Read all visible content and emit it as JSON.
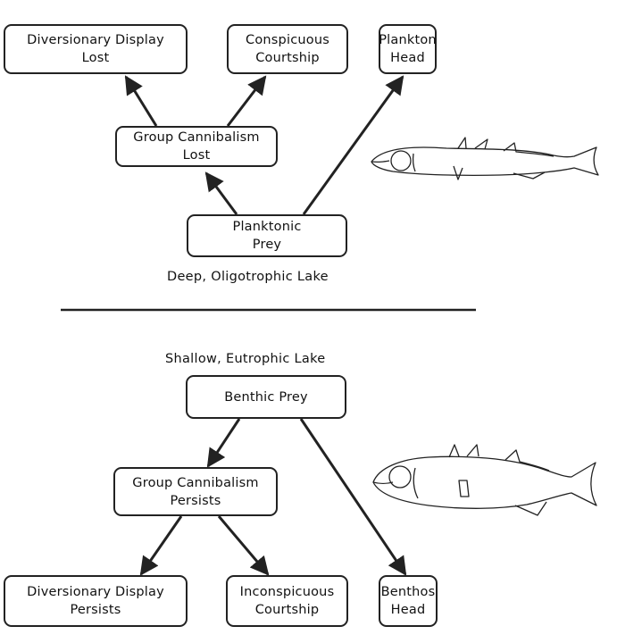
{
  "top_panel": {
    "habitat_label": "Deep, Oligotrophic Lake",
    "nodes": {
      "planktonic_prey": [
        "Planktonic",
        "Prey"
      ],
      "group_cannibalism_lost": [
        "Group Cannibalism",
        "Lost"
      ],
      "diversionary_display_lost": [
        "Diversionary Display",
        "Lost"
      ],
      "conspicuous_courtship": [
        "Conspicuous",
        "Courtship"
      ],
      "plankton_head": [
        "Plankton",
        "Head"
      ]
    }
  },
  "bottom_panel": {
    "habitat_label": "Shallow, Eutrophic Lake",
    "nodes": {
      "benthic_prey": [
        "Benthic Prey"
      ],
      "group_cannibalism_persists": [
        "Group Cannibalism",
        "Persists"
      ],
      "diversionary_display_persists": [
        "Diversionary Display",
        "Persists"
      ],
      "inconspicuous_courtship": [
        "Inconspicuous",
        "Courtship"
      ],
      "benthos_head": [
        "Benthos",
        "Head"
      ]
    }
  },
  "colors": {
    "line": "#222222",
    "background": "#ffffff"
  },
  "icons": [
    "limnetic-stickleback-fish",
    "benthic-stickleback-fish"
  ]
}
